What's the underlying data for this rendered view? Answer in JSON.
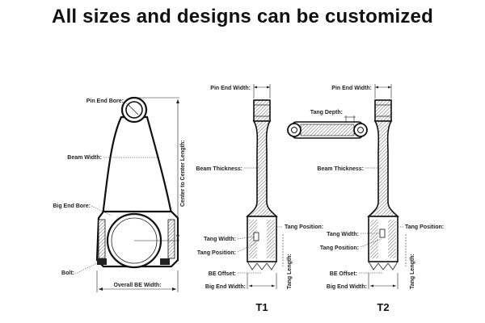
{
  "headline": "All sizes and designs can be customized",
  "rod_front": {
    "pin_end_bore": "Pin End Bore:",
    "beam_width": "Beam Width:",
    "big_end_bore": "Big End Bore:",
    "bolt": "Bolt:",
    "overall_be_width": "Overall BE Width:",
    "center_to_center": "Center to Center Length:"
  },
  "rod_t1": {
    "pin_end_width": "Pin End Width:",
    "beam_thickness": "Beam Thickness:",
    "tang_width": "Tang Width:",
    "tang_position_side": "Tang Position:",
    "tang_position": "Tang Position:",
    "be_offset": "BE Offset:",
    "big_end_width": "Big End Width:",
    "tang_length": "Tang Length:",
    "caption": "T1"
  },
  "rod_t2": {
    "pin_end_width": "Pin End Width:",
    "tang_depth": "Tang Depth:",
    "beam_thickness": "Beam Thickness:",
    "tang_width": "Tang Width:",
    "tang_position_side": "Tang Position:",
    "tang_position": "Tang Position:",
    "be_offset": "BE Offset:",
    "big_end_width": "Big End Width:",
    "tang_length": "Tang Length:",
    "caption": "T2"
  }
}
